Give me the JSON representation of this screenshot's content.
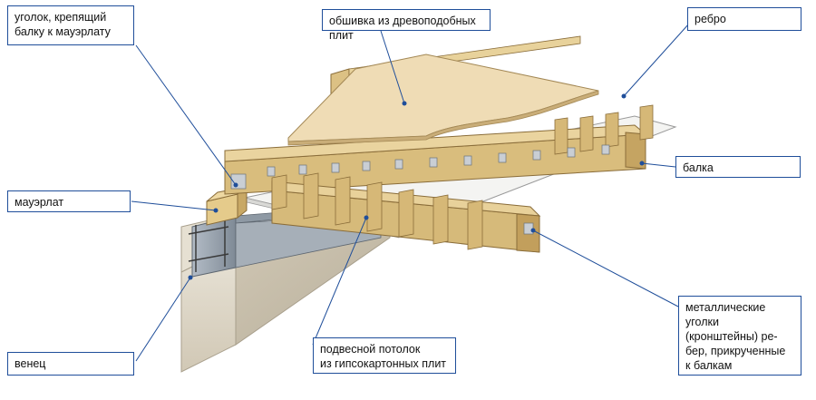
{
  "labels": {
    "ugolok": "уголок, крепящий\nбалку к мауэрлату",
    "obshivka": "обшивка из древоподобных плит",
    "rebro": "ребро",
    "balka": "балка",
    "mauerlat": "мауэрлат",
    "venets": "венец",
    "podvesnoy": "подвесной потолок\nиз гипсокартонных плит",
    "metal": "металлические уголки (кронштейны) ре-\nбер, прикрученные\nк балкам"
  },
  "colors": {
    "leader": "#1f4e9a",
    "wood": "#dcc184",
    "wood_dark": "#b8995a",
    "sheathing": "#efdcb5",
    "concrete": "#d8d0bf",
    "beam_metal": "#9aa5b0"
  }
}
